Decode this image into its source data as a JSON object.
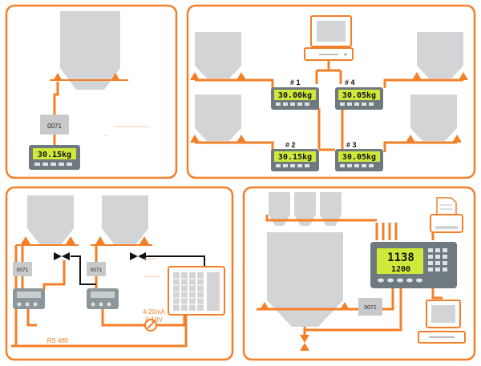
{
  "colors": {
    "orange": "#f47f27",
    "panel_border": "#f47f27",
    "silo_gray": "#d3d4d5",
    "indicator_body": "#6e7a80",
    "lcd_green": "#cfe83a",
    "black": "#111111"
  },
  "panel_tl": {
    "junction_box_label": "0071",
    "indicator_reading": "30.15kg"
  },
  "panel_tr": {
    "indicators": [
      {
        "tag": "# 1",
        "reading": "30.00kg"
      },
      {
        "tag": "# 4",
        "reading": "30.05kg"
      },
      {
        "tag": "# 2",
        "reading": "30.15kg"
      },
      {
        "tag": "# 3",
        "reading": "30.05kg"
      }
    ],
    "computer_icon": "computer-icon"
  },
  "panel_bl": {
    "junction_box_labels": [
      "0071",
      "0071"
    ],
    "analog_output_label_line1": "4-20mA",
    "analog_output_label_line2": "0-10V",
    "bus_label": "RS 485",
    "valve_icon": "butterfly-valve-icon",
    "plc_icon": "plc-controller-icon"
  },
  "panel_br": {
    "junction_box_label": "0071",
    "big_indicator_main": "1138",
    "big_indicator_sub": "1200",
    "printer_icon": "printer-icon",
    "computer_icon": "computer-icon"
  }
}
